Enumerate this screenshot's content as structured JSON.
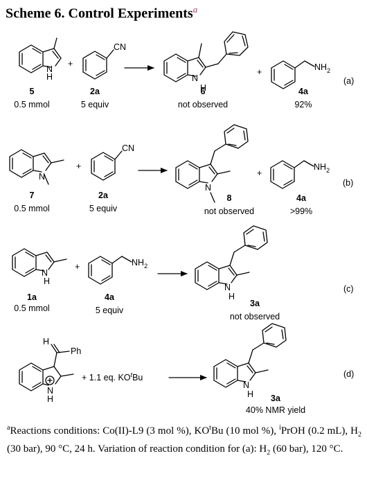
{
  "title": {
    "text": "Scheme 6. Control Experiments",
    "mark": "a"
  },
  "atoms": {
    "H": "H",
    "N": "N",
    "CN": "CN",
    "NH2": "NH",
    "NH2_sub": "2",
    "Ph": "Ph"
  },
  "plus": "+",
  "rows": [
    {
      "tag": "(a)",
      "reactant1": {
        "num": "5",
        "amt": "0.5 mmol"
      },
      "reactant2": {
        "num": "2a",
        "amt": "5 equiv"
      },
      "product1": {
        "num": "6",
        "note": "not observed"
      },
      "product2": {
        "num": "4a",
        "note": "92%"
      }
    },
    {
      "tag": "(b)",
      "reactant1": {
        "num": "7",
        "amt": "0.5 mmol"
      },
      "reactant2": {
        "num": "2a",
        "amt": "5 equiv"
      },
      "product1": {
        "num": "8",
        "note": "not observed"
      },
      "product2": {
        "num": "4a",
        "note": ">99%"
      }
    },
    {
      "tag": "(c)",
      "reactant1": {
        "num": "1a",
        "amt": "0.5 mmol"
      },
      "reactant2": {
        "num": "4a",
        "amt": "5 equiv"
      },
      "product1": {
        "num": "3a",
        "note": "not observed"
      }
    },
    {
      "tag": "(d)",
      "reagent": "+ 1.1 eq. KO",
      "reagent_sup": "t",
      "reagent_end": "Bu",
      "product1": {
        "num": "3a",
        "note": "40% NMR yield"
      }
    }
  ],
  "footnote": {
    "mark": "a",
    "t1": "Reactions conditions: Co(II)-L9 (3 mol %), KO",
    "t1_sup": "t",
    "t1_end": "Bu (10 mol %),",
    "t2_sup": "i",
    "t2": "PrOH (0.2 mL), H",
    "t2_sub": "2",
    "t2_end": " (30 bar), 90 °C, 24 h. Variation of reaction",
    "t3": "condition for (a): H",
    "t3_sub": "2",
    "t3_end": " (60 bar), 120 °C."
  }
}
